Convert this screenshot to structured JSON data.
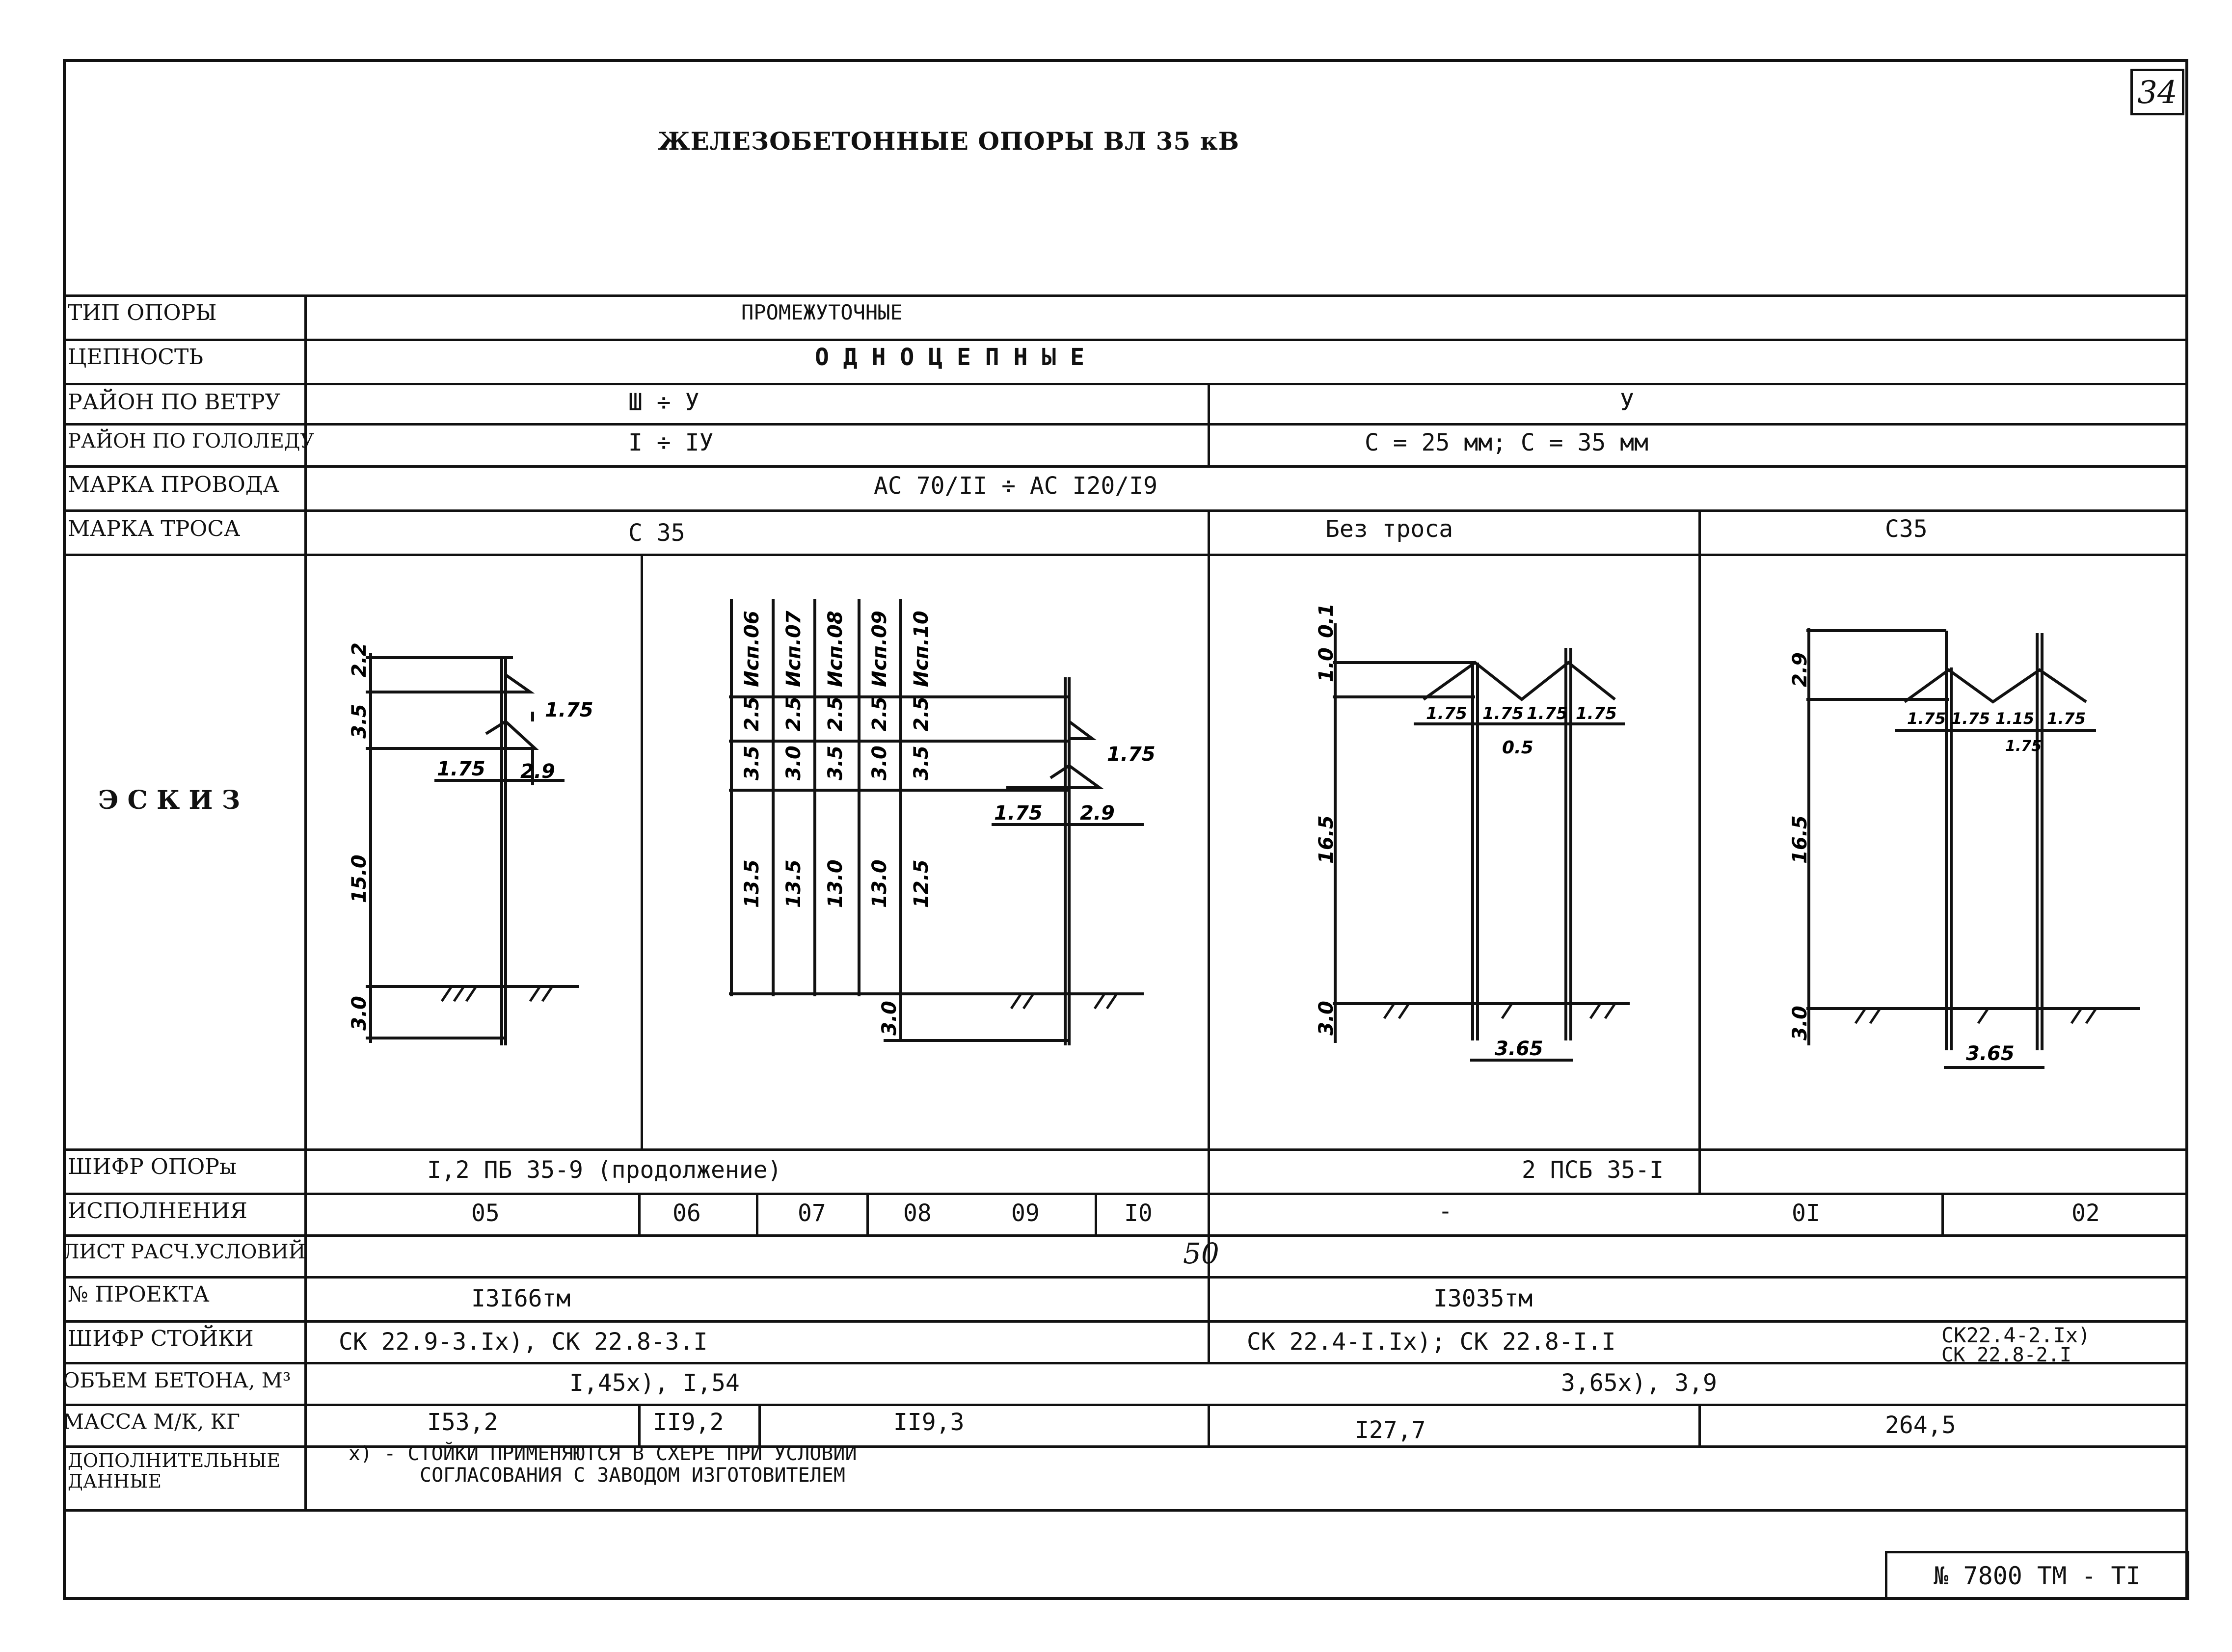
{
  "page_number": "34",
  "title": "ЖЕЛЕЗОБЕТОННЫЕ ОПОРЫ ВЛ 35 кВ",
  "row_labels": {
    "type": "ТИП ОПОРЫ",
    "circuit": "ЦЕПНОСТЬ",
    "wind": "РАЙОН ПО ВЕТРУ",
    "ice": "РАЙОН ПО ГОЛОЛЕДУ",
    "wire": "МАРКА ПРОВОДА",
    "cable": "МАРКА ТРОСА",
    "sketch": "Э С К И З",
    "code": "ШИФР ОПОРы",
    "versions": "ИСПОЛНЕНИЯ",
    "calc_sheet": "ЛИСТ РАСЧ.УСЛОВИЙ",
    "project": "№ ПРОЕКТА",
    "post_code": "ШИФР СТОЙКИ",
    "concrete": "ОБЪЕМ БЕТОНА, М³",
    "mass": "МАССА М/К, КГ",
    "extra": "ДОПОЛНИТЕЛЬНЫЕ ДАННЫЕ"
  },
  "values": {
    "type": "ПРОМЕЖУТОЧНЫЕ",
    "circuit": "О Д Н О Ц Е П Н Ы Е",
    "wind_left": "Ш ÷ У",
    "wind_right": "У",
    "ice_left": "I ÷ IУ",
    "ice_right": "С = 25 мм;    С = 35 мм",
    "wire": "АС 70/II ÷ АС I20/I9",
    "cable_1": "С 35",
    "cable_2": "Без троса",
    "cable_3": "С35",
    "code_left": "I,2 ПБ 35-9 (продолжение)",
    "code_right": "2 ПСБ 35-I",
    "versions": [
      "05",
      "06",
      "07",
      "08",
      "09",
      "I0",
      "-",
      "0I",
      "02"
    ],
    "calc_sheet": "50",
    "project_left": "I3I66тм",
    "project_right": "I3035тм",
    "post_left": "СК 22.9-3.Iх), СК 22.8-3.I",
    "post_mid": "СК 22.4-I.Iх); СК 22.8-I.I",
    "post_right_1": "СК22.4-2.Iх)",
    "post_right_2": "СК 22.8-2.I",
    "concrete_left": "I,45х), I,54",
    "concrete_right": "3,65х), 3,9",
    "mass": [
      "I53,2",
      "II9,2",
      "II9,3",
      "I27,7",
      "264,5"
    ],
    "note_1": "х) - СТОЙКИ ПРИМЕНЯЮТСЯ В СХЕРЕ ПРИ УСЛОВИИ",
    "note_2": "СОГЛАСОВАНИЯ С ЗАВОДОМ ИЗГОТОВИТЕЛЕМ"
  },
  "stamp": "№ 7800 ТМ - ТI",
  "sketch_labels": {
    "s1": [
      "2.2",
      "3.5",
      "1.75",
      "1.75",
      "2.9",
      "15.0",
      "3.0"
    ],
    "s2_headers": [
      "Исп.06",
      "Исп.07",
      "Исп.08",
      "Исп.09",
      "Исп.10"
    ],
    "s2_row1": [
      "2.5",
      "2.5",
      "2.5",
      "2.5",
      "2.5"
    ],
    "s2_row2": [
      "3.5",
      "3.0",
      "3.5",
      "3.0",
      "3.5"
    ],
    "s2_row3": [
      "13.5",
      "13.5",
      "13.0",
      "13.0",
      "12.5"
    ],
    "s2_misc": [
      "1.75",
      "1.75",
      "2.9",
      "3.0"
    ],
    "s3": [
      "1.0",
      "0.1",
      "1.75",
      "1.75",
      "1.75",
      "1.75",
      "0.5",
      "16.5",
      "3.0",
      "3.65"
    ],
    "s4": [
      "2.9",
      "1.75",
      "1.75",
      "1.15",
      "1.75",
      "1.75",
      "16.5",
      "3.0",
      "3.65"
    ]
  }
}
